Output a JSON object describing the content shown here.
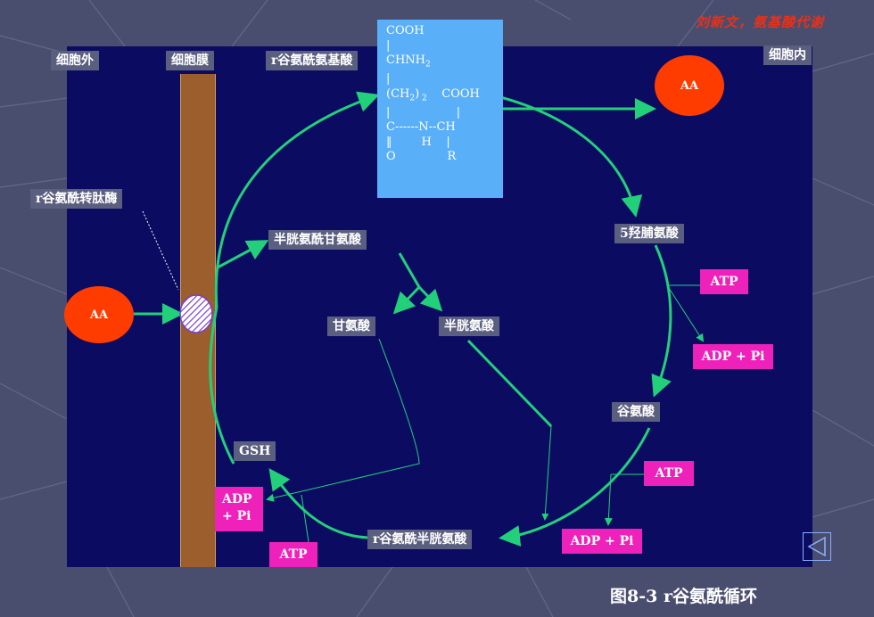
{
  "author_note": "刘新文，氨基酸代谢",
  "labels": {
    "outside": "细胞外",
    "membrane": "细胞膜",
    "inside": "细胞内",
    "transferase": "r谷氨酰转肽酶",
    "gamma_glutamyl_aa": "r谷氨酰氨基酸",
    "cysteinylglycine": "半胱氨酰甘氨酸",
    "glycine": "甘氨酸",
    "cysteine": "半胱氨酸",
    "oxoproline": "5羟脯氨酸",
    "glutamate": "谷氨酸",
    "gamma_glu_cys": "r谷氨酰半胱氨酸",
    "gsh": "GSH"
  },
  "aa_outside": "AA",
  "aa_inside": "AA",
  "pink": {
    "atp1": "ATP",
    "adp1": "ADP + Pi",
    "atp2": "ATP",
    "adp2": "ADP + Pi",
    "atp3": "ATP",
    "adp3_line1": "ADP",
    "adp3_line2": "+ Pi"
  },
  "molecule": {
    "l1": "COOH",
    "l2": "|",
    "l3": "CHNH",
    "l3_sub": "2",
    "l4": "|",
    "l5a": "(CH",
    "l5_sub": "2",
    "l5b": ")",
    "l5_sub2": " 2",
    "l5c": "    COOH",
    "l6": "|                  |",
    "l7": "C------N--CH",
    "l8": "‖        H    |",
    "l9": "O              R"
  },
  "caption": "图8-3 r谷氨酰循环",
  "colors": {
    "panel": "#0b0b62",
    "arrow": "#22d07a",
    "label_bg": "#5b5f7f",
    "pink": "#ee22bb",
    "aa": "#ff3c00",
    "molecule_bg": "#5ab0f8",
    "membrane": "#9b5e2c"
  },
  "icons": {
    "back": "triangle-left-icon"
  }
}
